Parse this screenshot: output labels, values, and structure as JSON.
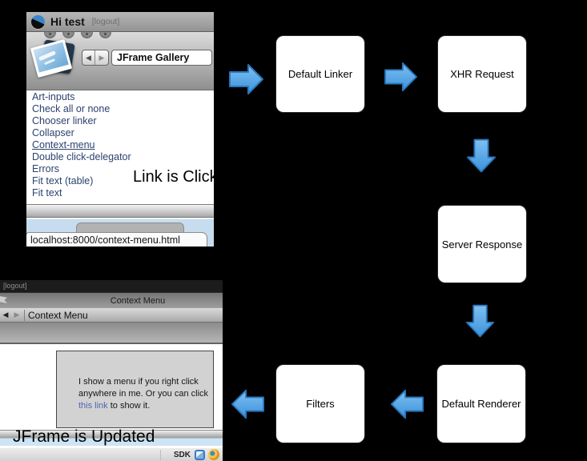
{
  "diagram": {
    "boxes": [
      {
        "label": "Default Linker"
      },
      {
        "label": "XHR Request"
      },
      {
        "label": "Server Response"
      },
      {
        "label": "Default Renderer"
      },
      {
        "label": "Filters"
      }
    ],
    "arrow_fill": "#4a9ee1",
    "arrow_stroke": "#2a76bb"
  },
  "gallery_window": {
    "title": "Hi test",
    "logout_label": "[logout]",
    "nav": {
      "back": "◀",
      "forward": "▶",
      "field_value": "JFrame Gallery"
    },
    "links": [
      "Art-inputs",
      "Check all or none",
      "Chooser linker",
      "Collapser",
      "Context-menu",
      "Double click-delegator",
      "Errors",
      "Fit text (table)",
      "Fit text"
    ],
    "active_link": "Context-menu",
    "annotation": "Link is Clicked",
    "status_url": "localhost:8000/context-menu.html"
  },
  "context_window": {
    "logout_label": "[logout]",
    "window_title": "Context Menu",
    "nav": {
      "back": "◀",
      "forward": "▶",
      "field_value": "Context Menu"
    },
    "panel": {
      "line1": "I show a menu if you right click",
      "line2": "anywhere in me. Or you can click",
      "link_text": "this link",
      "line3_rest": " to show it."
    },
    "annotation": "JFrame is Updated",
    "taskbar": {
      "sdk_label": "SDK"
    }
  }
}
